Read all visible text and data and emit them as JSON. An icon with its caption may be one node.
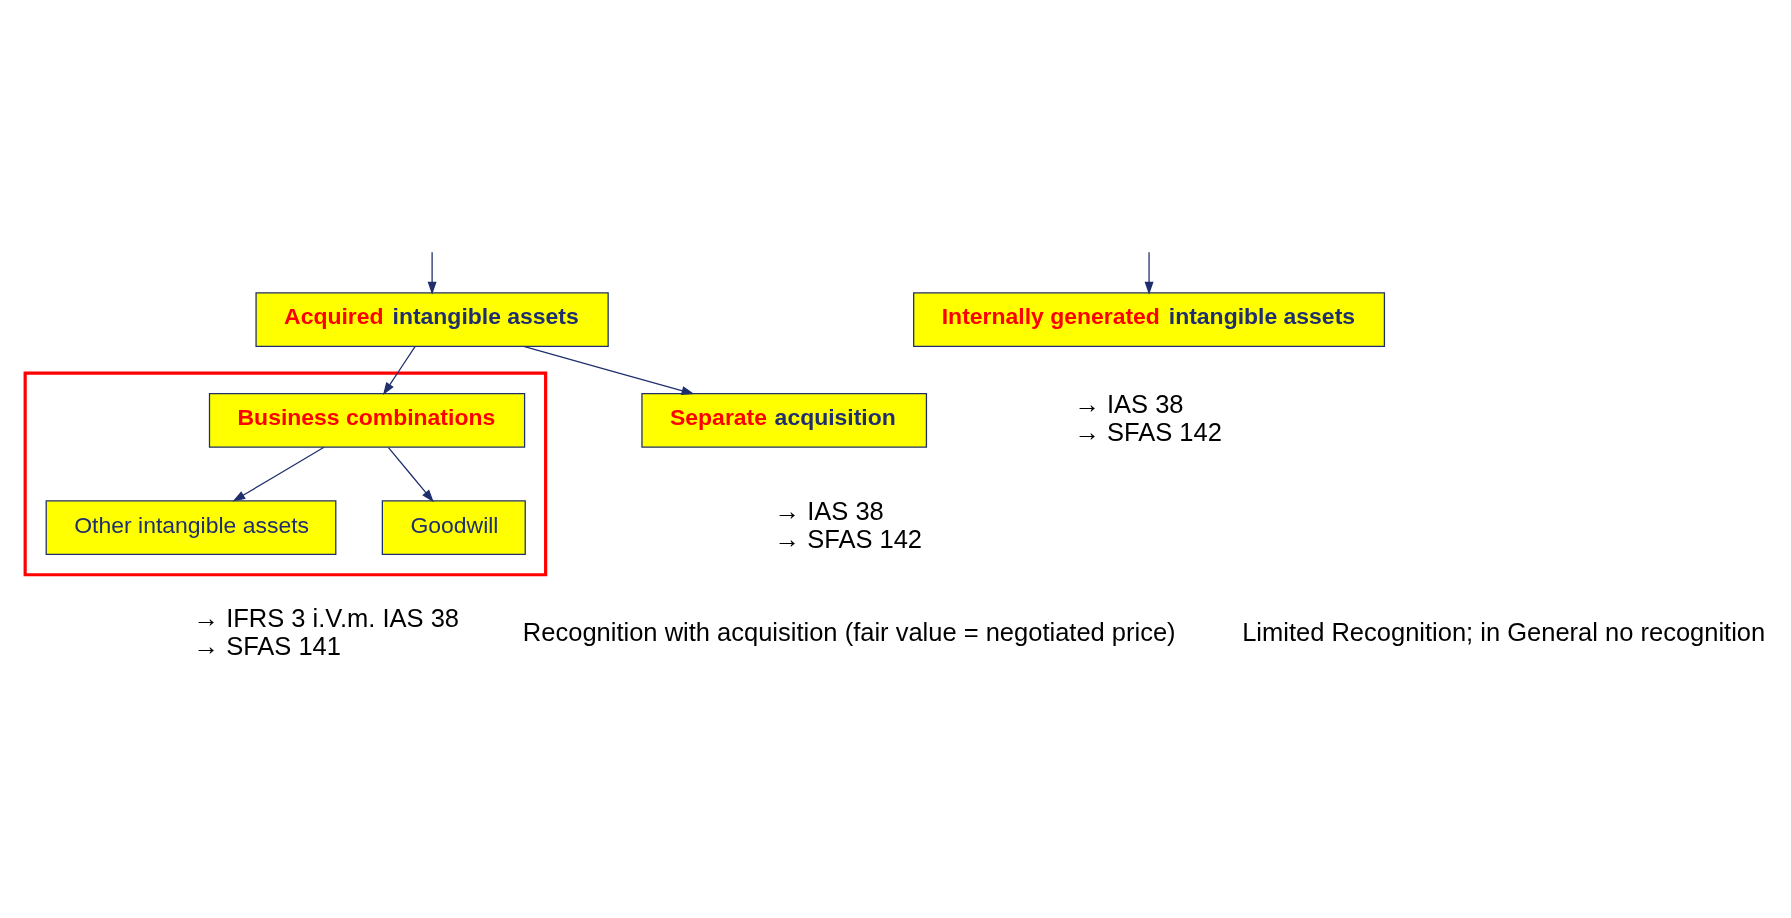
{
  "diagram": {
    "nodes": [
      {
        "text": [
          "Acquired intangible assets"
        ]
      },
      {
        "text": [
          "Internally generated intangible assets"
        ],
        "beside": [
          "→ IAS 38",
          "→ SFAS 142"
        ]
      },
      {
        "text": [
          "Separate acquisition"
        ],
        "beside": [
          "→ IAS 38",
          "→ SFAS 142"
        ]
      },
      {
        "text": [],
        "shape": "box",
        "beside": [
          "→ IFRS 3 i.V.m. IAS 38",
          "→ SFAS 141"
        ]
      },
      {
        "text": [
          "Business combinations"
        ],
        "in": 3
      },
      {
        "text": [
          "Other intangible assets"
        ],
        "in": 3
      },
      {
        "text": [
          "Goodwill"
        ],
        "in": 3
      }
    ],
    "edges": [
      {
        "from": null,
        "to": 0,
        "arrow": "to"
      },
      {
        "from": null,
        "to": 1,
        "arrow": "to"
      },
      {
        "from": 0,
        "to": 2,
        "arrow": "to"
      },
      {
        "from": 0,
        "to": 4,
        "arrow": "to"
      },
      {
        "from": 4,
        "to": 5,
        "arrow": "to"
      },
      {
        "from": 4,
        "to": 6,
        "arrow": "to"
      }
    ],
    "labels": [
      "Recognition with acquisition (fair value = negotiated price)",
      "Limited Recognition; in General no recognition"
    ]
  }
}
